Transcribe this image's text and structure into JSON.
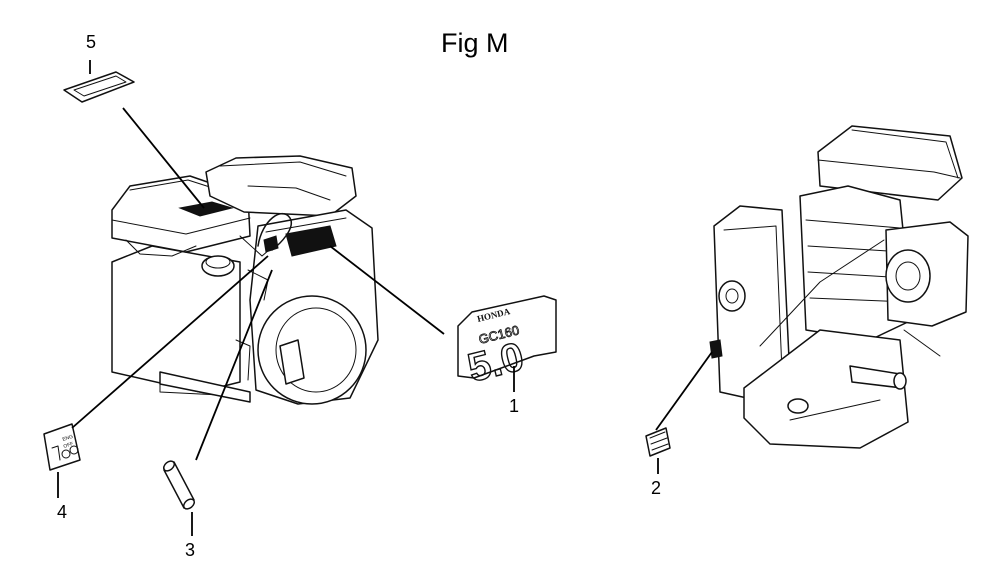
{
  "figure": {
    "title": "Fig M"
  },
  "callouts": [
    {
      "label": "1",
      "part": "model-label-decal"
    },
    {
      "label": "2",
      "part": "small-side-label"
    },
    {
      "label": "3",
      "part": "label-roll"
    },
    {
      "label": "4",
      "part": "choke-label"
    },
    {
      "label": "5",
      "part": "air-cleaner-label"
    }
  ],
  "decal_text": {
    "brand": "HONDA",
    "model": "GC160",
    "displacement": "5.0"
  },
  "choke_label": {
    "top": "ENG",
    "bottom": "OFF"
  }
}
